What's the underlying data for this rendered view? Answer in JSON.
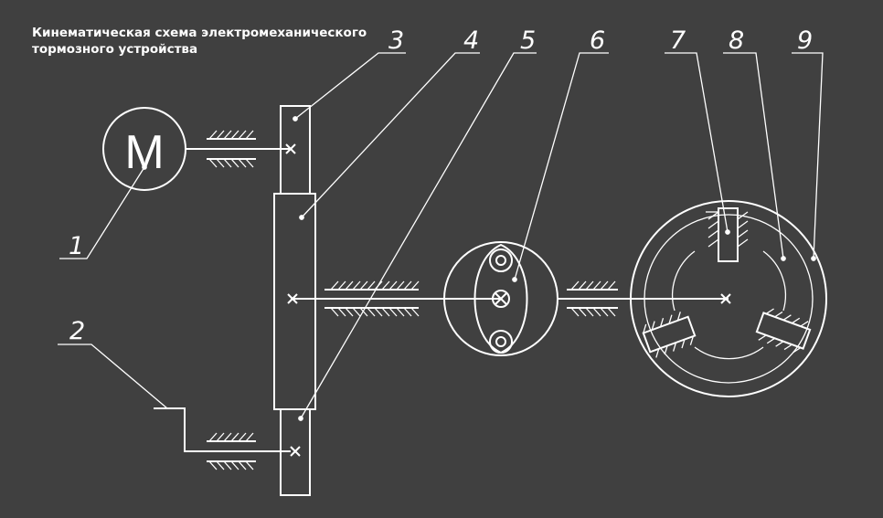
{
  "title": {
    "line1": "Кинематическая схема электромеханического",
    "line2": "тормозного устройства"
  },
  "motor_label": "M",
  "callouts": {
    "c1": "1",
    "c2": "2",
    "c3": "3",
    "c4": "4",
    "c5": "5",
    "c6": "6",
    "c7": "7",
    "c8": "8",
    "c9": "9"
  },
  "colors": {
    "background": "#404040",
    "lines": "#ffffff"
  }
}
